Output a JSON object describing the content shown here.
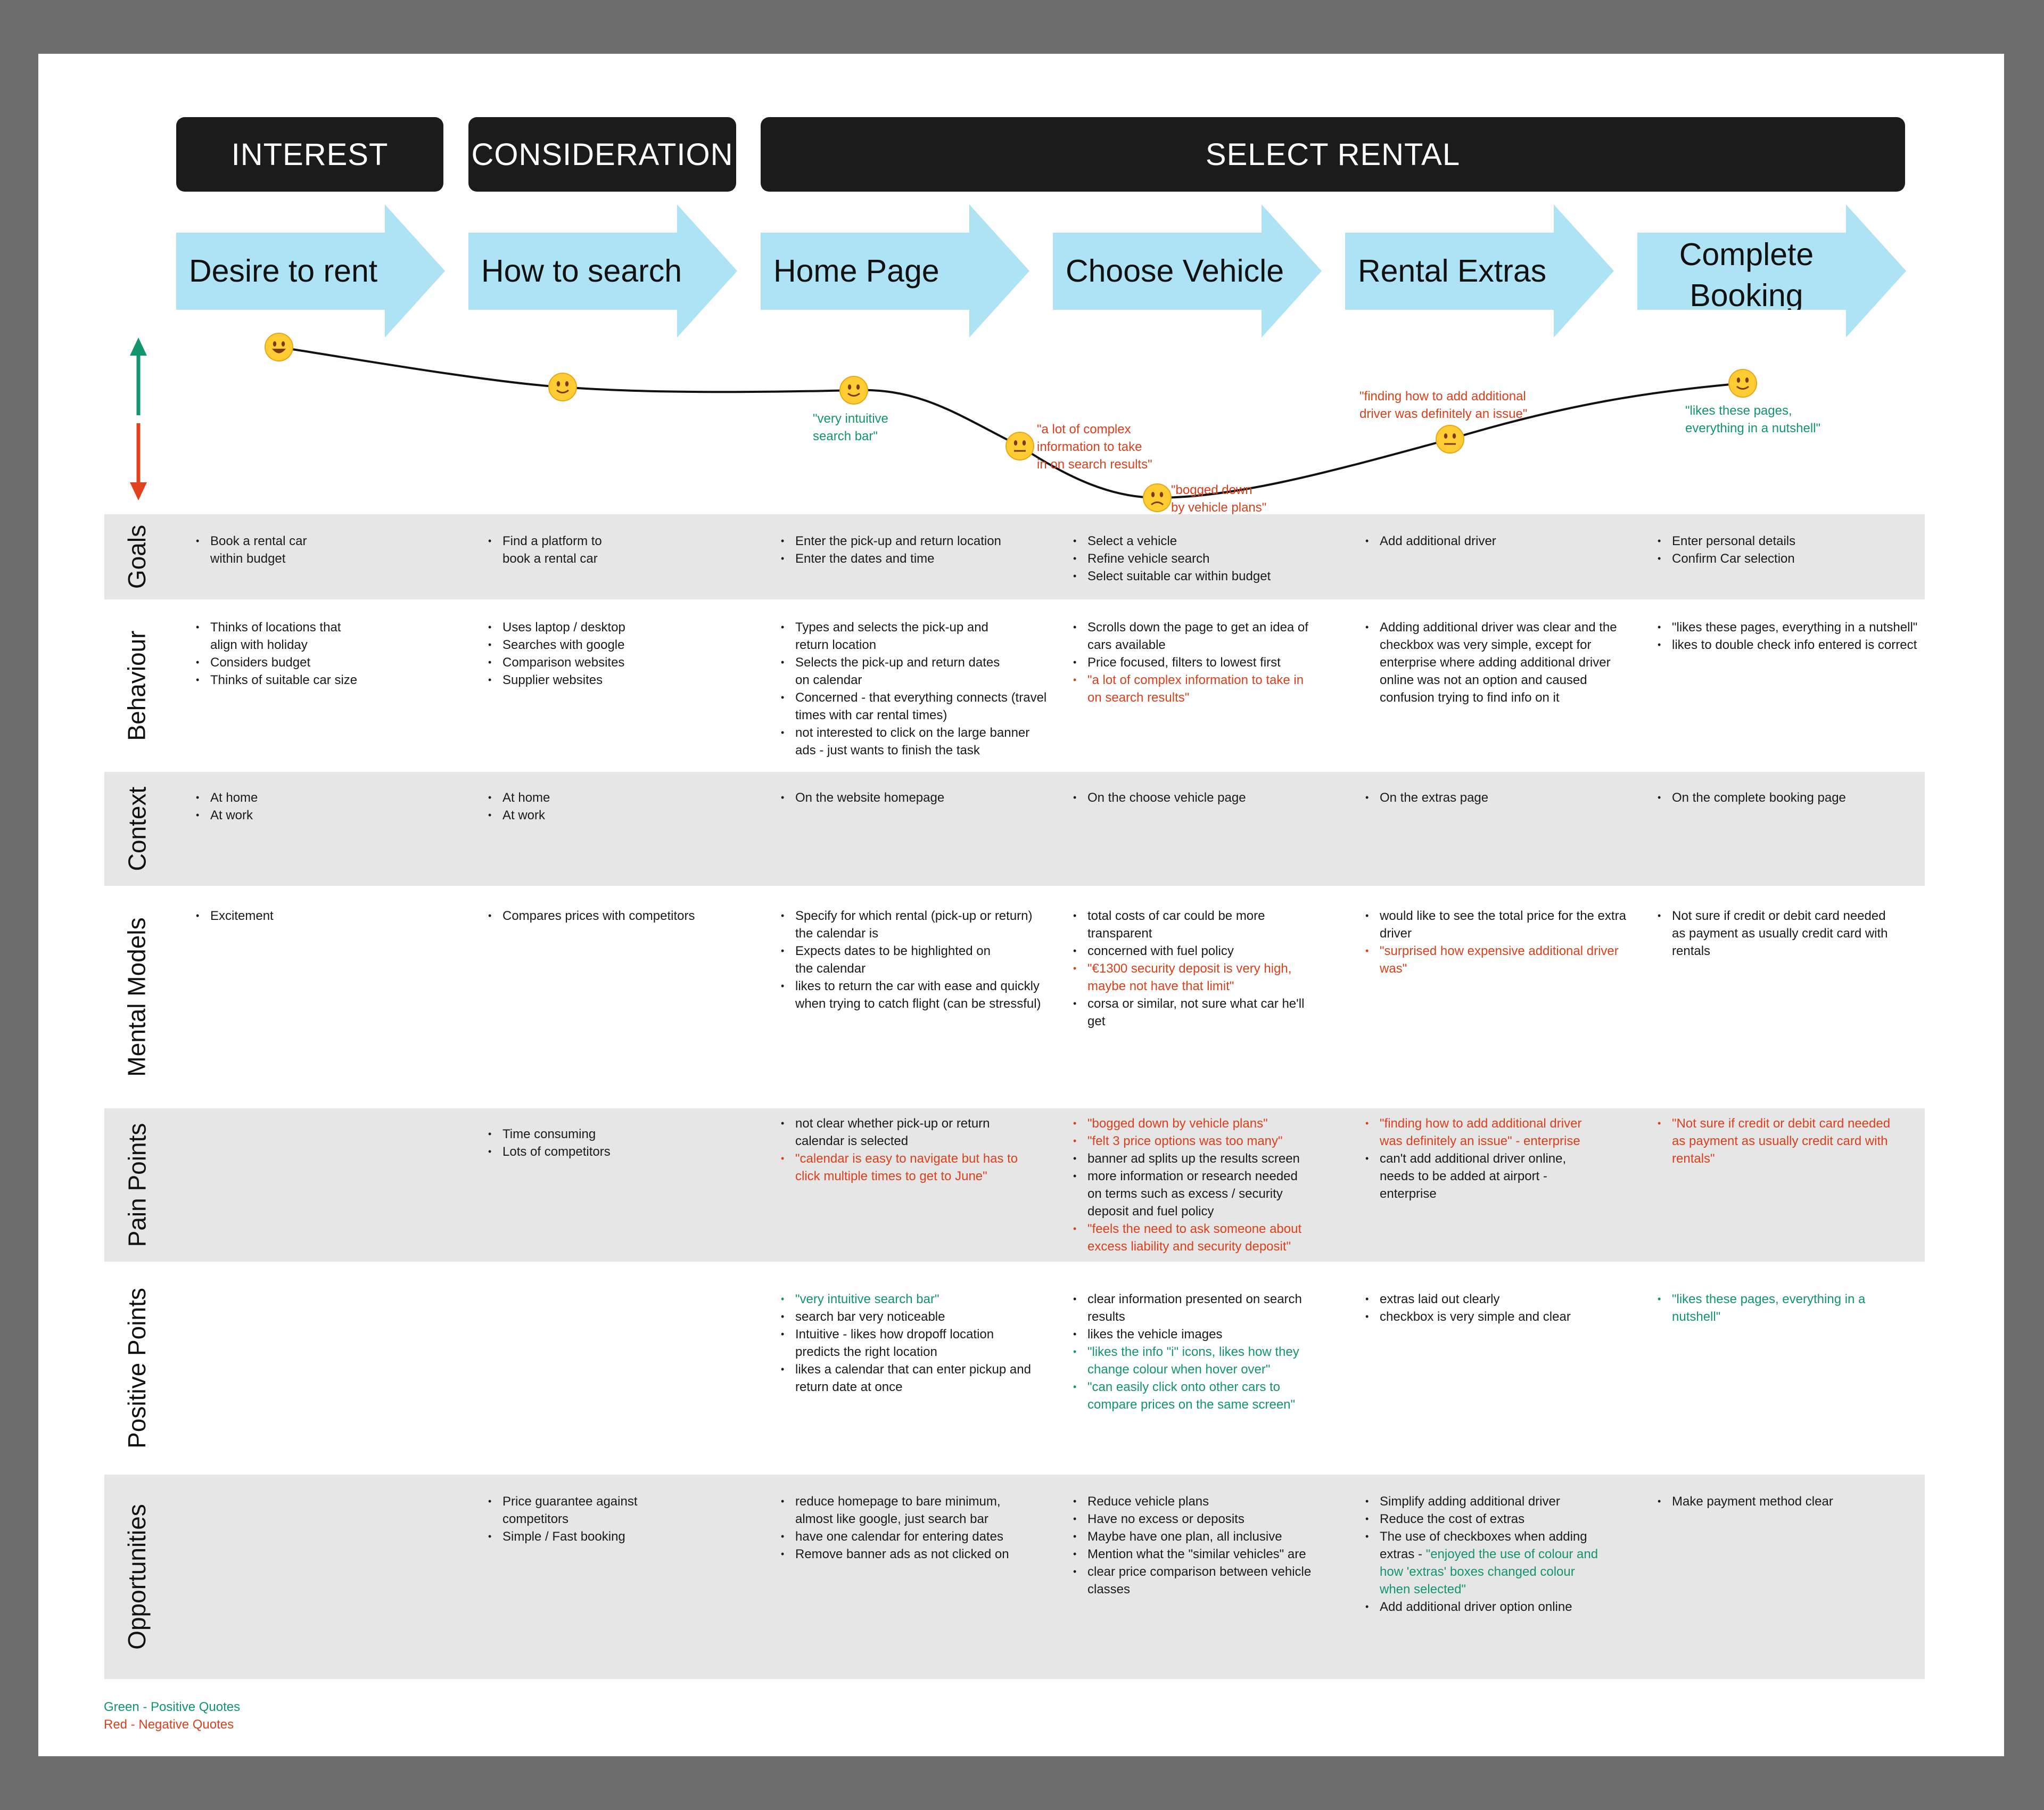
{
  "phases": [
    "INTEREST",
    "CONSIDERATION",
    "SELECT RENTAL"
  ],
  "steps": [
    "Desire to rent",
    "How to search",
    "Home Page",
    "Choose Vehicle",
    "Rental Extras",
    "Complete Booking"
  ],
  "arrow_color": "#aee2f5",
  "curve": {
    "emotion": [
      "very happy",
      "happy",
      "happy",
      "neutral",
      "sad",
      "neutral",
      "happy"
    ],
    "quotes": [
      {
        "text": "\"very intuitive\nsearch bar\"",
        "tone": "positive"
      },
      {
        "text": "\"a lot of complex\ninformation to take\nin on search results\"",
        "tone": "negative"
      },
      {
        "text": "\"bogged down\nby vehicle plans\"",
        "tone": "negative"
      },
      {
        "text": "\"finding how to add additional\ndriver was definitely an issue\"",
        "tone": "negative"
      },
      {
        "text": "\"likes these pages,\neverything in a nutshell\"",
        "tone": "positive"
      }
    ]
  },
  "rows": [
    {
      "label": "Goals",
      "cells": [
        [
          {
            "t": "Book a rental car\nwithin budget"
          }
        ],
        [
          {
            "t": "Find a platform to\nbook a rental car"
          }
        ],
        [
          {
            "t": "Enter the pick-up and return location"
          },
          {
            "t": "Enter the dates and time"
          }
        ],
        [
          {
            "t": "Select a vehicle"
          },
          {
            "t": "Refine vehicle search"
          },
          {
            "t": "Select suitable car within budget"
          }
        ],
        [
          {
            "t": "Add additional driver"
          }
        ],
        [
          {
            "t": "Enter personal details"
          },
          {
            "t": "Confirm Car selection"
          }
        ]
      ]
    },
    {
      "label": "Behaviour",
      "cells": [
        [
          {
            "t": "Thinks of locations that\nalign with holiday"
          },
          {
            "t": "Considers budget"
          },
          {
            "t": "Thinks of suitable car size"
          }
        ],
        [
          {
            "t": "Uses laptop / desktop"
          },
          {
            "t": "Searches with google"
          },
          {
            "t": "Comparison websites"
          },
          {
            "t": "Supplier websites"
          }
        ],
        [
          {
            "t": "Types and selects the pick-up and\nreturn location"
          },
          {
            "t": "Selects the pick-up and return dates\non calendar"
          },
          {
            "t": "Concerned - that everything connects (travel\ntimes with car rental times)"
          },
          {
            "t": "not interested to click on the large banner\nads - just wants to finish the task"
          }
        ],
        [
          {
            "t": "Scrolls down the page to get an idea of\ncars available"
          },
          {
            "t": "Price focused, filters to lowest first"
          },
          {
            "t": "\"a lot of complex information to take in\non search results\"",
            "c": "red"
          }
        ],
        [
          {
            "t": "Adding additional driver was clear and the\ncheckbox was very simple, except for\nenterprise where adding additional driver\nonline was not an option and caused\nconfusion trying to find info on it"
          }
        ],
        [
          {
            "t": "\"likes these pages, everything in a nutshell\""
          },
          {
            "t": "likes to double check info entered is correct"
          }
        ]
      ]
    },
    {
      "label": "Context",
      "cells": [
        [
          {
            "t": "At home"
          },
          {
            "t": "At work"
          }
        ],
        [
          {
            "t": "At home"
          },
          {
            "t": "At work"
          }
        ],
        [
          {
            "t": "On the website homepage"
          }
        ],
        [
          {
            "t": "On the choose vehicle page"
          }
        ],
        [
          {
            "t": "On the extras page"
          }
        ],
        [
          {
            "t": "On the complete booking page"
          }
        ]
      ]
    },
    {
      "label": "Mental Models",
      "cells": [
        [
          {
            "t": "Excitement"
          }
        ],
        [
          {
            "t": "Compares prices with competitors"
          }
        ],
        [
          {
            "t": "Specify for which rental (pick-up or return)\nthe calendar is"
          },
          {
            "t": "Expects dates to be highlighted on\nthe calendar"
          },
          {
            "t": "likes to return the car with ease and quickly\nwhen trying to catch flight (can be stressful)"
          }
        ],
        [
          {
            "t": "total costs of car could be more\ntransparent"
          },
          {
            "t": "concerned with fuel policy"
          },
          {
            "t": "\"€1300 security deposit is very high,\nmaybe not have that limit\"",
            "c": "red"
          },
          {
            "t": "corsa or similar, not sure what car he'll\nget"
          }
        ],
        [
          {
            "t": "would like to see the total price for the extra\ndriver"
          },
          {
            "t": "\"surprised how expensive additional driver\nwas\"",
            "c": "red"
          }
        ],
        [
          {
            "t": "Not sure if credit or debit card needed\nas payment as usually credit card with\nrentals"
          }
        ]
      ]
    },
    {
      "label": "Pain Points",
      "cells": [
        [],
        [
          {
            "t": "Time consuming"
          },
          {
            "t": "Lots of competitors"
          }
        ],
        [
          {
            "t": "not clear whether pick-up or return\ncalendar is selected"
          },
          {
            "t": "\"calendar is easy to navigate but has to\nclick multiple times to get to June\"",
            "c": "red"
          }
        ],
        [
          {
            "t": "\"bogged down by vehicle plans\"",
            "c": "red"
          },
          {
            "t": "\"felt 3 price options was too many\"",
            "c": "red"
          },
          {
            "t": "banner ad splits up the results screen"
          },
          {
            "t": "more information or research needed\non terms such as excess / security\ndeposit and fuel policy"
          },
          {
            "t": "\"feels the need to ask someone about\nexcess liability and security deposit\"",
            "c": "red"
          }
        ],
        [
          {
            "t": "\"finding how to add additional driver\nwas definitely an issue\" - enterprise",
            "c": "red"
          },
          {
            "t": "can't add additional driver online,\nneeds to be added at airport -\nenterprise"
          }
        ],
        [
          {
            "t": "\"Not sure if credit or debit card needed\nas payment as usually credit card with\nrentals\"",
            "c": "red"
          }
        ]
      ]
    },
    {
      "label": "Positive Points",
      "cells": [
        [],
        [],
        [
          {
            "t": "\"very intuitive search bar\"",
            "c": "green"
          },
          {
            "t": "search bar very noticeable"
          },
          {
            "t": "Intuitive - likes how dropoff location\npredicts the right location"
          },
          {
            "t": "likes a calendar that can enter pickup and\nreturn date at once"
          }
        ],
        [
          {
            "t": "clear information presented on search\nresults"
          },
          {
            "t": "likes the vehicle images"
          },
          {
            "t": "\"likes the info \"i\" icons, likes how they\nchange colour when hover over\"",
            "c": "green"
          },
          {
            "t": "\"can easily click onto other cars to\ncompare prices on the same screen\"",
            "c": "green"
          }
        ],
        [
          {
            "t": "extras laid out clearly"
          },
          {
            "t": "checkbox is very simple and clear"
          }
        ],
        [
          {
            "t": "\"likes these pages, everything in a\nnutshell\"",
            "c": "green"
          }
        ]
      ]
    },
    {
      "label": "Opportunities",
      "cells": [
        [],
        [
          {
            "t": "Price guarantee against\ncompetitors"
          },
          {
            "t": "Simple / Fast booking"
          }
        ],
        [
          {
            "t": "reduce homepage to bare minimum,\nalmost like google, just search bar"
          },
          {
            "t": "have one calendar for entering dates"
          },
          {
            "t": "Remove banner ads as not clicked on"
          }
        ],
        [
          {
            "t": "Reduce vehicle plans"
          },
          {
            "t": "Have no excess or deposits"
          },
          {
            "t": "Maybe have one plan, all inclusive"
          },
          {
            "t": "Mention what the \"similar vehicles\" are"
          },
          {
            "t": "clear price comparison between vehicle\nclasses"
          }
        ],
        [
          {
            "t": "Simplify adding additional driver"
          },
          {
            "t": "Reduce the cost of extras"
          },
          {
            "t": "The use of checkboxes when adding\nextras - ",
            "tail": "\"enjoyed the use of colour and\nhow 'extras' boxes changed colour\nwhen selected\""
          },
          {
            "t": "Add additional driver option online"
          }
        ],
        [
          {
            "t": "Make payment method clear"
          }
        ]
      ]
    }
  ],
  "legend": {
    "green": "Green - Positive Quotes",
    "red": "Red - Negative Quotes"
  }
}
